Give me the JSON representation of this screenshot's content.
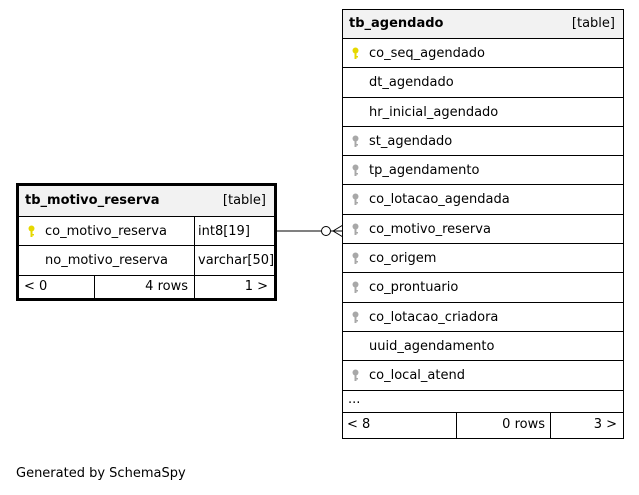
{
  "tables": {
    "motivo": {
      "name": "tb_motivo_reserva",
      "kind": "[table]",
      "columns": [
        {
          "name": "co_motivo_reserva",
          "type": "int8[19]",
          "key": "primary"
        },
        {
          "name": "no_motivo_reserva",
          "type": "varchar[50]",
          "key": "none"
        }
      ],
      "footer": {
        "parents": "< 0",
        "rows": "4 rows",
        "children": "1 >"
      }
    },
    "agendado": {
      "name": "tb_agendado",
      "kind": "[table]",
      "columns": [
        {
          "name": "co_seq_agendado",
          "key": "primary"
        },
        {
          "name": "dt_agendado",
          "key": "none"
        },
        {
          "name": "hr_inicial_agendado",
          "key": "none"
        },
        {
          "name": "st_agendado",
          "key": "foreign"
        },
        {
          "name": "tp_agendamento",
          "key": "foreign"
        },
        {
          "name": "co_lotacao_agendada",
          "key": "foreign"
        },
        {
          "name": "co_motivo_reserva",
          "key": "foreign"
        },
        {
          "name": "co_origem",
          "key": "foreign"
        },
        {
          "name": "co_prontuario",
          "key": "foreign"
        },
        {
          "name": "co_lotacao_criadora",
          "key": "foreign"
        },
        {
          "name": "uuid_agendamento",
          "key": "none"
        },
        {
          "name": "co_local_atend",
          "key": "foreign"
        }
      ],
      "more": "...",
      "footer": {
        "parents": "< 8",
        "rows": "0 rows",
        "children": "3 >"
      }
    }
  },
  "colors": {
    "primary_key": "#e6d800",
    "foreign_key": "#a8a8a8",
    "header_bg": "#f2f2f2"
  },
  "caption": "Generated by SchemaSpy"
}
